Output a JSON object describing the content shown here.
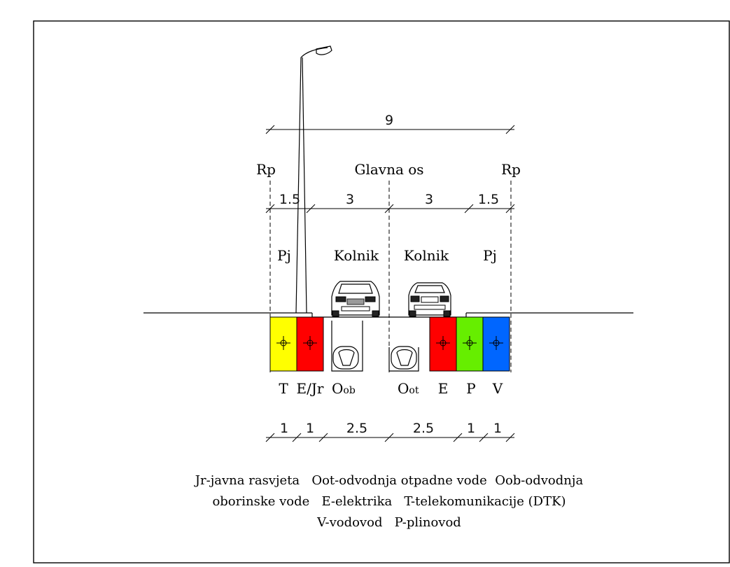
{
  "widths": {
    "total": "9",
    "top": [
      "1.5",
      "3",
      "3",
      "1.5"
    ],
    "bottom": [
      "1",
      "1",
      "2.5",
      "2.5",
      "1",
      "1"
    ]
  },
  "labels": {
    "rp_left": "Rp",
    "rp_right": "Rp",
    "main_axis": "Glavna os",
    "pj_left": "Pj",
    "pj_right": "Pj",
    "kolnik_left": "Kolnik",
    "kolnik_right": "Kolnik"
  },
  "utilities": {
    "t": "T",
    "ejr": "E/Jr",
    "oob_main": "O",
    "oob_sub": "ob",
    "oot_main": "O",
    "oot_sub": "ot",
    "e": "E",
    "p": "P",
    "v": "V"
  },
  "colors": {
    "telecom": "#ffff00",
    "electric": "#ff0000",
    "gas": "#66ee00",
    "water": "#0066ff"
  },
  "legend": {
    "line1": "Jr-javna rasvjeta   Oot-odvodnja otpadne vode  Oob-odvodnja",
    "line2": "oborinske vode   E-elektrika   T-telekomunikacije (DTK)",
    "line3": "V-vodovod   P-plinovod"
  }
}
